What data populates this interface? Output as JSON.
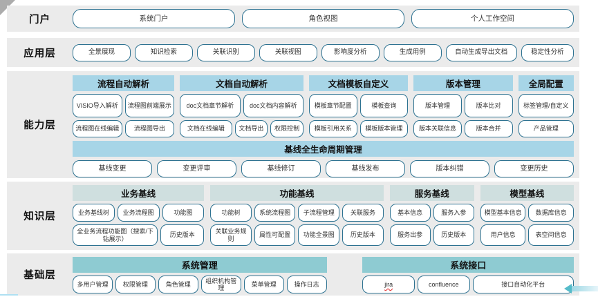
{
  "colors": {
    "band_background": "#ebebeb",
    "header_blue": "#a7d5e7",
    "header_pale": "#cfdfdf",
    "header_teal": "#8ecbd2",
    "node_border": "#2d7291",
    "arrow_teal": "#56bcca"
  },
  "portal": {
    "label": "门户",
    "buttons": [
      "系统门户",
      "角色视图",
      "个人工作空间"
    ]
  },
  "app": {
    "label": "应用层",
    "buttons": [
      "全景展现",
      "知识检索",
      "关联识别",
      "关联视图",
      "影响度分析",
      "生成用例",
      "自动生成导出文档",
      "稳定性分析"
    ]
  },
  "capability": {
    "label": "能力层",
    "groups": [
      {
        "header": "流程自动解析",
        "row1": [
          "VISIO导入解析",
          "流程图前端展示"
        ],
        "row2": [
          "流程图在线编辑",
          "流程图导出"
        ]
      },
      {
        "header": "文档自动解析",
        "row1": [
          "doc文档章节解析",
          "doc文档内容解析"
        ],
        "row2": [
          "文档在线编辑",
          "文档导出",
          "权限控制"
        ]
      },
      {
        "header": "文档模板自定义",
        "row1": [
          "模板章节配置",
          "模板查询"
        ],
        "row2": [
          "模板引用关系",
          "模板版本管理"
        ]
      },
      {
        "header": "版本管理",
        "row1": [
          "版本管理",
          "版本比对"
        ],
        "row2": [
          "版本关联信息",
          "版本合并"
        ]
      },
      {
        "header": "全局配置",
        "row1": [
          "标签管理/自定义"
        ],
        "row2": [
          "产品管理"
        ]
      }
    ],
    "lifecycle": {
      "header": "基线全生命周期管理",
      "buttons": [
        "基线变更",
        "变更评审",
        "基线修订",
        "基线发布",
        "版本纠错",
        "变更历史"
      ]
    }
  },
  "knowledge": {
    "label": "知识层",
    "groups": [
      {
        "header": "业务基线",
        "row1": [
          "业务基线树",
          "业务流程图",
          "功能图"
        ],
        "row2": [
          "全业务流程功能图（搜索/下钻展示）",
          "历史版本"
        ]
      },
      {
        "header": "功能基线",
        "row1": [
          "功能树",
          "系统流程图",
          "子流程管理",
          "关联服务"
        ],
        "row2": [
          "关联业务规则",
          "属性可配置",
          "功能全景图",
          "历史版本"
        ]
      },
      {
        "header": "服务基线",
        "row1": [
          "基本信息",
          "服务入参"
        ],
        "row2": [
          "服务出参",
          "历史版本"
        ]
      },
      {
        "header": "模型基线",
        "row1": [
          "模型基本信息",
          "数据库信息"
        ],
        "row2": [
          "用户信息",
          "表空间信息"
        ]
      }
    ]
  },
  "base_layer": {
    "label": "基础层",
    "groups": [
      {
        "header": "系统管理",
        "buttons": [
          "多用户管理",
          "权限管理",
          "角色管理",
          "组织机构管理",
          "菜单管理",
          "操作日志"
        ]
      },
      {
        "header": "系统接口",
        "buttons": [
          "jira",
          "confluence",
          "接口自动化平台"
        ]
      }
    ]
  }
}
